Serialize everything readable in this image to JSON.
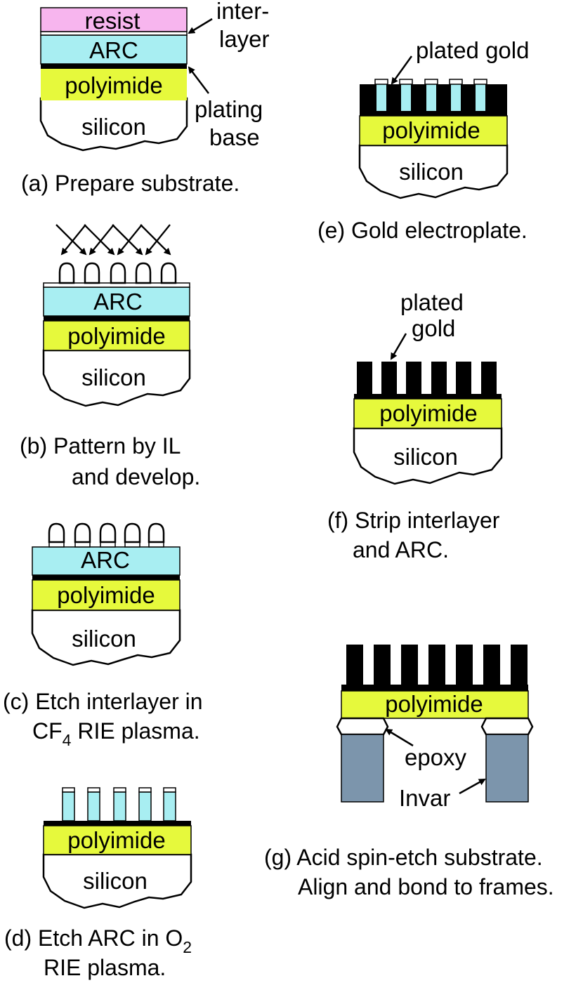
{
  "colors": {
    "resist": "#f7b5ee",
    "arc": "#a8eef2",
    "polyimide": "#e6f93c",
    "epoxy": "#fbe66a",
    "invar": "#7c95ac",
    "gold": "#000000",
    "silicon": "#ffffff"
  },
  "labels": {
    "resist": "resist",
    "arc": "ARC",
    "polyimide": "polyimide",
    "silicon": "silicon",
    "interlayer_1": "inter-",
    "interlayer_2": "layer",
    "plating_base_1": "plating",
    "plating_base_2": "base",
    "plated_gold": "plated gold",
    "plated": "plated",
    "gold": "gold",
    "epoxy": "epoxy",
    "invar": "Invar"
  },
  "captions": {
    "a": "(a) Prepare substrate.",
    "b_1": "(b) Pattern by IL",
    "b_2": "and develop.",
    "c_1": "(c) Etch interlayer in",
    "c_2a": "CF",
    "c_2sub": "4",
    "c_2b": " RIE plasma.",
    "d_1a": "(d) Etch ARC in O",
    "d_1sub": "2",
    "d_2": "RIE plasma.",
    "e": "(e) Gold electroplate.",
    "f_1": "(f) Strip interlayer",
    "f_2": "and ARC.",
    "g_1": "(g) Acid spin-etch substrate.",
    "g_2": "Align and bond to frames."
  }
}
